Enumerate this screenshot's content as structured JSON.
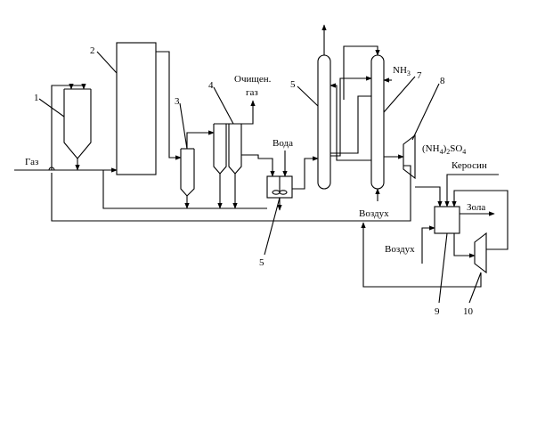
{
  "numbers": {
    "n1": "1",
    "n2": "2",
    "n3": "3",
    "n4": "4",
    "n5_top": "5",
    "n5_bottom": "5",
    "n7": "7",
    "n8": "8",
    "n9": "9",
    "n10": "10"
  },
  "labels": {
    "gas_in": "Газ",
    "cleaned_gas_line1": "Очищен.",
    "cleaned_gas_line2": "газ",
    "water": "Вода",
    "ammonia_main": "NH",
    "ammonia_sub": "3",
    "sulfate_open": "(NH",
    "sulfate_sub1": "4",
    "sulfate_mid": ")",
    "sulfate_sub2": "2",
    "sulfate_end": "SO",
    "sulfate_sub3": "4",
    "kerosene": "Керосин",
    "ash": "Зола",
    "air_top": "Воздух",
    "air_left": "Воздух"
  }
}
